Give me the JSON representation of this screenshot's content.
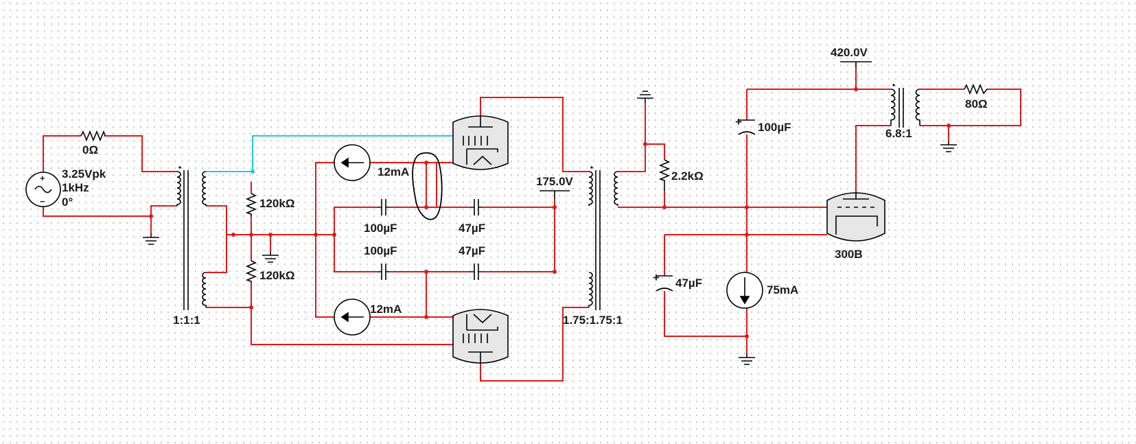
{
  "colors": {
    "wire": "#e01818",
    "signal_wire": "#1ec8e6",
    "symbol": "#000000",
    "grid_dot": "#b9b9b9"
  },
  "source": {
    "amplitude": "3.25Vpk",
    "frequency": "1kHz",
    "phase": "0°"
  },
  "r_source": "0Ω",
  "t_input_ratio": "1:1:1",
  "r_grid_top": "120kΩ",
  "r_grid_bottom": "120kΩ",
  "cs_top": "12mA",
  "cs_bottom": "12mA",
  "c_top_left": "100µF",
  "c_top_right": "47µF",
  "c_bottom_left": "100µF",
  "c_bottom_right": "47µF",
  "v_b_plus_driver": "175.0V",
  "t_interstage_ratio": "1.75:1.75:1",
  "r_load_grid": "2.2kΩ",
  "c_bplus": "100µF",
  "v_b_plus_output": "420.0V",
  "t_output_ratio": "6.8:1",
  "r_speaker": "80Ω",
  "tube_output": "300B",
  "c_cathode": "47µF",
  "cs_output": "75mA"
}
